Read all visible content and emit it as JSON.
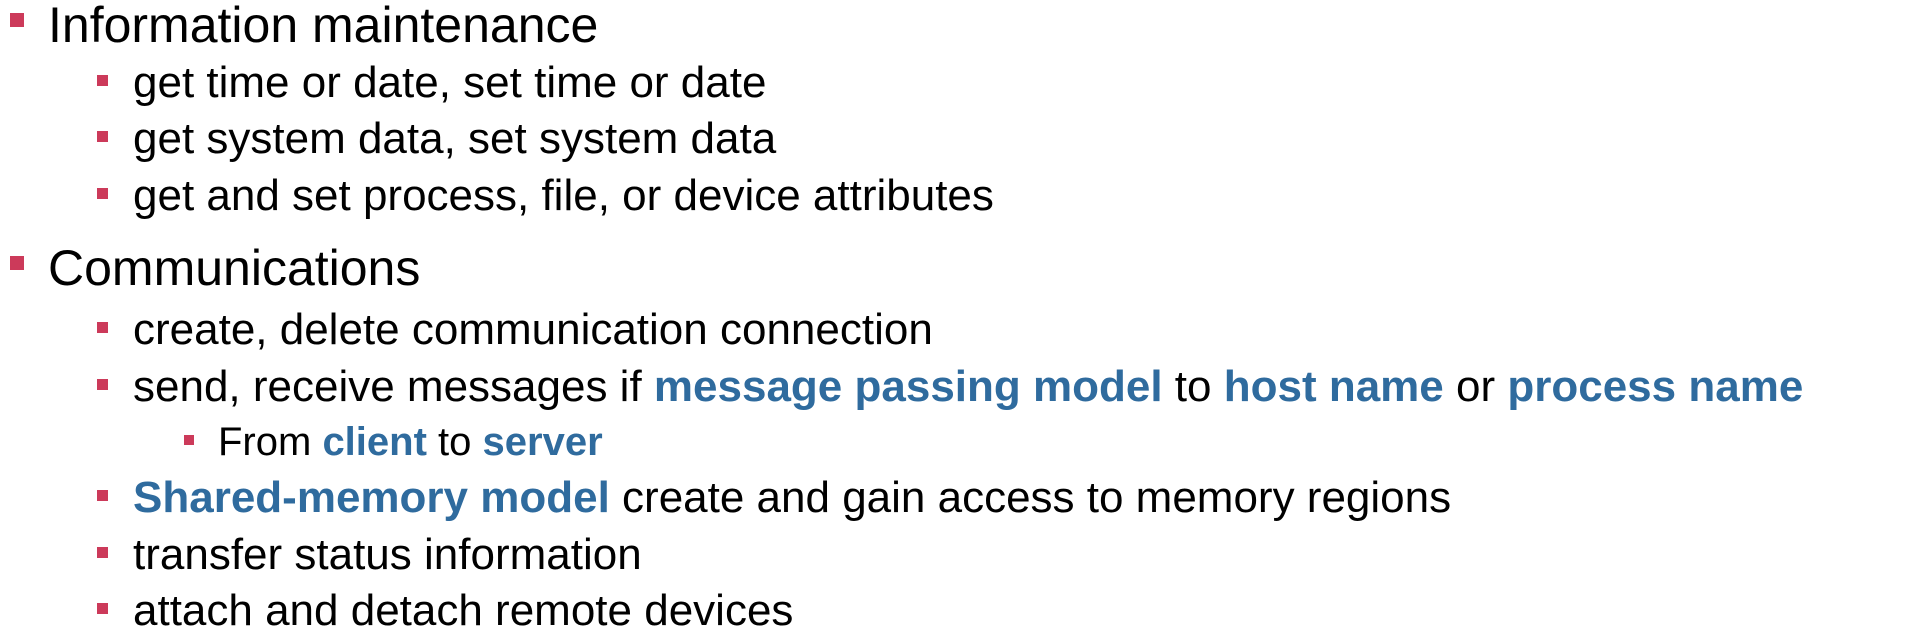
{
  "colors": {
    "bullet": "#cc3a5a",
    "emphasis": "#2f6b9e",
    "text": "#000000"
  },
  "section_info": {
    "heading": "Information maintenance",
    "items": [
      "get time or date, set time or date",
      "get system data, set system data",
      "get and set process, file, or device attributes"
    ]
  },
  "section_comm": {
    "heading": "Communications",
    "item_create": "create, delete communication connection",
    "item_send": {
      "prefix": "send, receive messages if ",
      "term1": "message passing model",
      "mid1": " to ",
      "term2": "host name",
      "mid2": " or ",
      "term3": "process name"
    },
    "sub_from": {
      "prefix": "From ",
      "term1": "client",
      "mid": " to ",
      "term2": "server"
    },
    "item_shared": {
      "term": "Shared-memory model",
      "rest": " create and gain access to memory regions"
    },
    "item_transfer": "transfer status information",
    "item_attach": "attach and detach remote devices"
  }
}
